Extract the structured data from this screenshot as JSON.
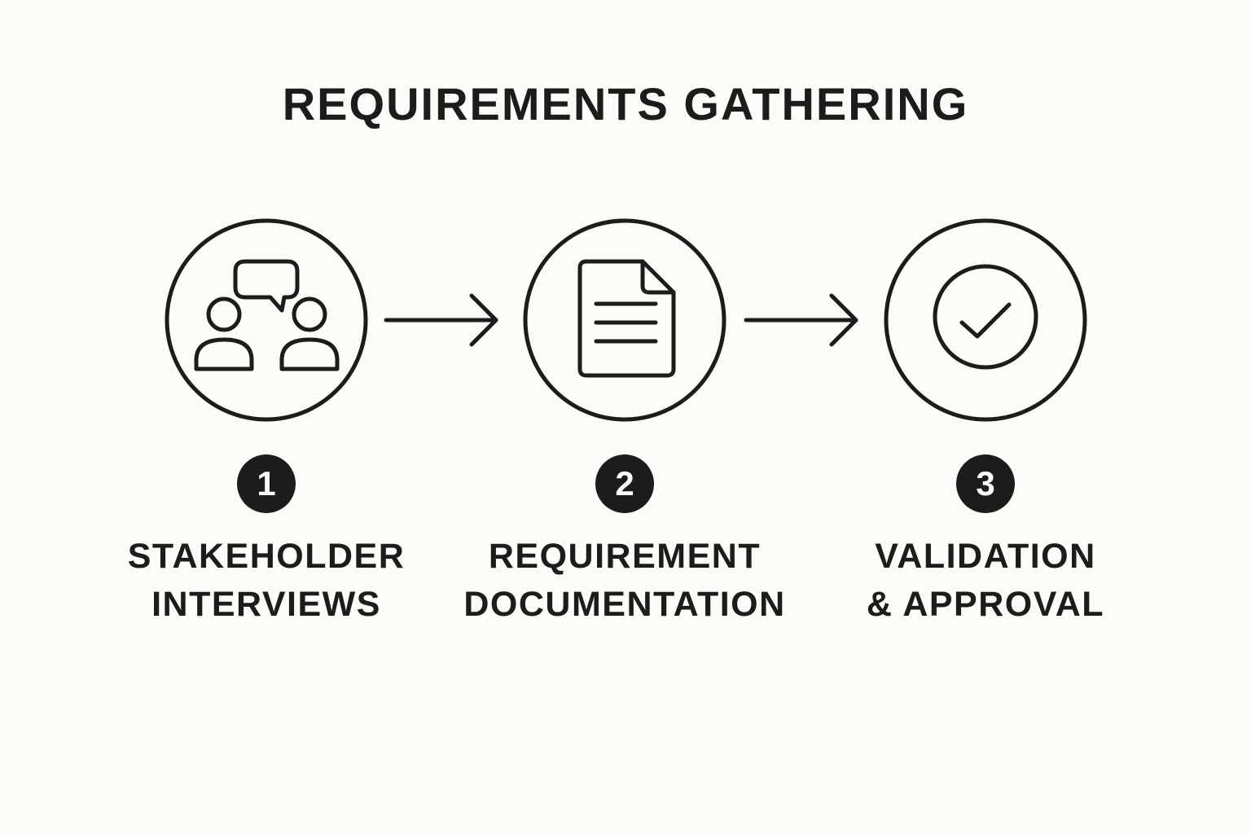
{
  "title": "REQUIREMENTS GATHERING",
  "colors": {
    "background": "#fcfbf7",
    "ink": "#1c1c1c"
  },
  "steps": [
    {
      "number": "1",
      "icon": "stakeholders-conversation-icon",
      "label_lines": [
        "STAKEHOLDER",
        "INTERVIEWS"
      ]
    },
    {
      "number": "2",
      "icon": "document-icon",
      "label_lines": [
        "REQUIREMENT",
        "DOCUMENTATION"
      ]
    },
    {
      "number": "3",
      "icon": "checkmark-circle-icon",
      "label_lines": [
        "VALIDATION",
        "& APPROVAL"
      ]
    }
  ],
  "connectors": [
    "arrow-right-icon",
    "arrow-right-icon"
  ]
}
